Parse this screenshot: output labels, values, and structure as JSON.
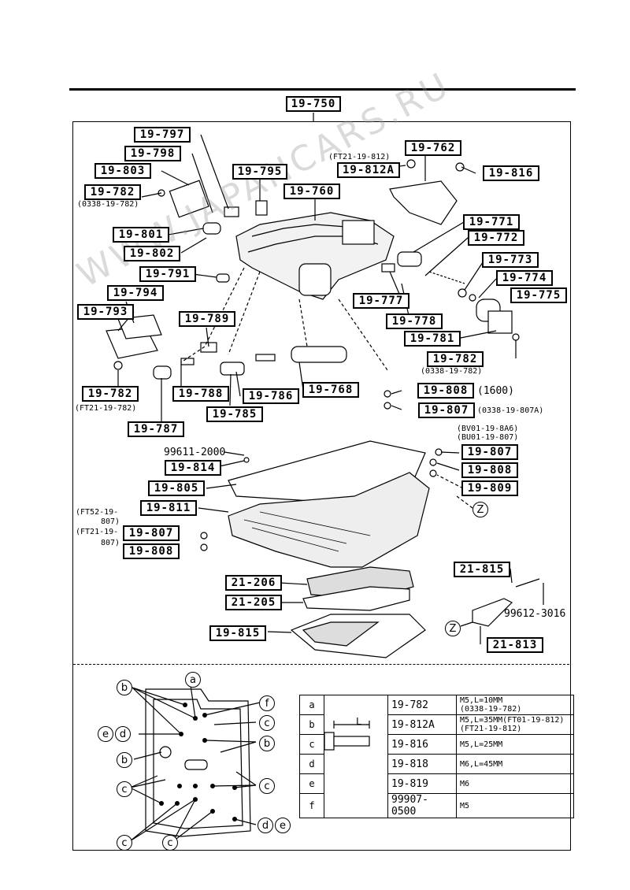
{
  "header": {
    "top": "19-750"
  },
  "labels": {
    "l797": "19-797",
    "l798": "19-798",
    "l803": "19-803",
    "l782a": "19-782",
    "l782a_note": "(0338-19-782)",
    "l795": "19-795",
    "l760": "19-760",
    "l762": "19-762",
    "l812A_note": "(FT21-19-812)",
    "l812A": "19-812A",
    "l816": "19-816",
    "l801": "19-801",
    "l802": "19-802",
    "l771": "19-771",
    "l772": "19-772",
    "l773": "19-773",
    "l774": "19-774",
    "l775": "19-775",
    "l791": "19-791",
    "l794": "19-794",
    "l793": "19-793",
    "l777": "19-777",
    "l778": "19-778",
    "l789": "19-789",
    "l781": "19-781",
    "l782b": "19-782",
    "l782b_note": "(0338-19-782)",
    "l782c": "19-782",
    "l782c_note": "(FT21-19-782)",
    "l788": "19-788",
    "l786": "19-786",
    "l768": "19-768",
    "l808a": "19-808",
    "l808a_note": "(1600)",
    "l807a": "19-807",
    "l807a_note": "(0338-19-807A)",
    "l785": "19-785",
    "l787": "19-787",
    "n807_top1": "(BV01-19-8A6)",
    "n807_top2": "(BU01-19-807)",
    "p99611": "99611-2000",
    "l814": "19-814",
    "l807b": "19-807",
    "l808b": "19-808",
    "l805": "19-805",
    "l809": "19-809",
    "l811": "19-811",
    "n807c_1": "(FT52-19-",
    "n807c_2": "807)",
    "n807c_3": "(FT21-19-",
    "n807c_4": "807)",
    "l807c": "19-807",
    "l808c": "19-808",
    "l815b": "21-815",
    "l206": "21-206",
    "l205": "21-205",
    "p99612": "99612-3016",
    "l815": "19-815",
    "l813": "21-813",
    "z1": "Z",
    "z2": "Z"
  },
  "legend": {
    "callouts": [
      "a",
      "b",
      "f",
      "c",
      "e",
      "d",
      "b",
      "b",
      "c",
      "c",
      "c",
      "c",
      "d",
      "e"
    ],
    "dim_label": "L"
  },
  "spec_table": [
    {
      "key": "a",
      "part": "19-782",
      "spec": "M5,L=10MM",
      "spec2": "(0338-19-782)"
    },
    {
      "key": "b",
      "part": "19-812A",
      "spec": "M5,L=35MM(FT01-19-812)",
      "spec2": "(FT21-19-812)"
    },
    {
      "key": "c",
      "part": "19-816",
      "spec": "M5,L=25MM",
      "spec2": ""
    },
    {
      "key": "d",
      "part": "19-818",
      "spec": "M6,L=45MM",
      "spec2": ""
    },
    {
      "key": "e",
      "part": "19-819",
      "spec": "M6",
      "spec2": ""
    },
    {
      "key": "f",
      "part": "99907-0500",
      "spec": "M5",
      "spec2": ""
    }
  ],
  "watermark": "WWW.JAPANCARS.RU"
}
